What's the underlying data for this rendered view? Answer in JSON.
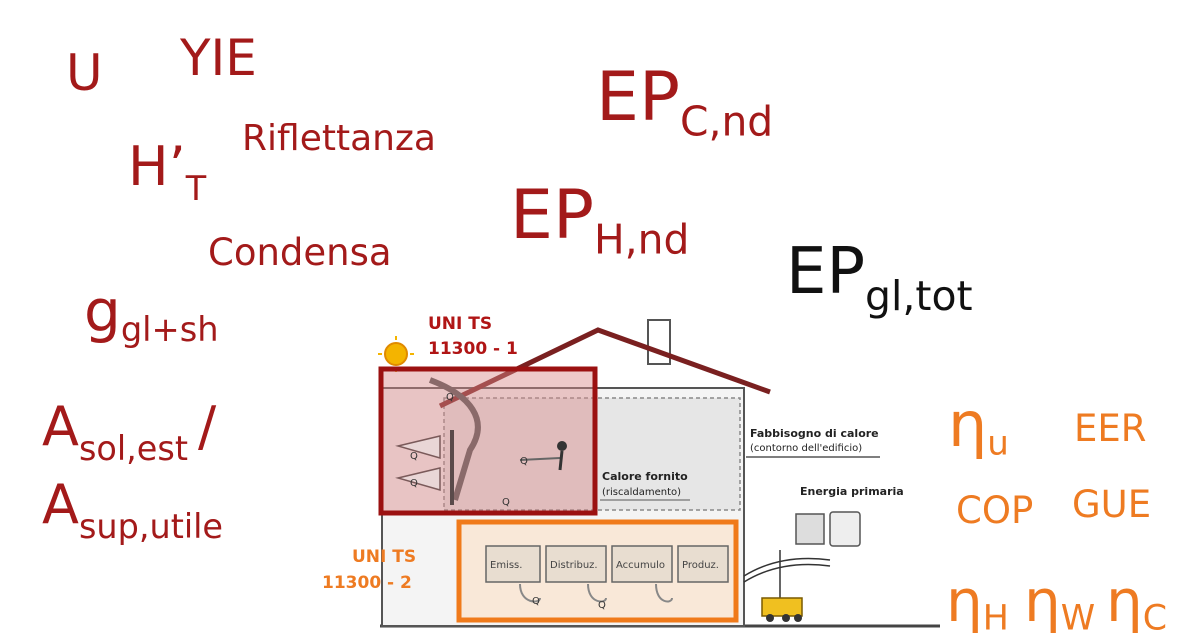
{
  "colors": {
    "red": "#a31a1a",
    "orange": "#ee7b22",
    "black": "#111111"
  },
  "terms": {
    "u": "U",
    "yie": "YIE",
    "riflettanza": "Riflettanza",
    "ht": {
      "base": "H’",
      "sub": "T"
    },
    "condensa": "Condensa",
    "ggl": {
      "base": "g",
      "sub": "gl+sh"
    },
    "asol": {
      "base": "A",
      "sub": "sol,est",
      "sep": "/"
    },
    "asup": {
      "base": "A",
      "sub": "sup,utile"
    },
    "epc": {
      "base": "EP",
      "sub": "C,nd"
    },
    "eph": {
      "base": "EP",
      "sub": "H,nd"
    },
    "epgl": {
      "base": "EP",
      "sub": "gl,tot"
    }
  },
  "efficiency": {
    "eta_u": {
      "base": "η",
      "sub": "u"
    },
    "eer": "EER",
    "cop": "COP",
    "gue": "GUE",
    "eta_h": {
      "base": "η",
      "sub": "H"
    },
    "eta_w": {
      "base": "η",
      "sub": "W"
    },
    "eta_c": {
      "base": "η",
      "sub": "C"
    }
  },
  "diagram": {
    "uni1": {
      "line1": "UNI TS",
      "line2": "11300 - 1"
    },
    "uni2": {
      "line1": "UNI TS",
      "line2": "11300 - 2"
    },
    "fabbisogno": {
      "line1": "Fabbisogno di calore",
      "line2": "(contorno dell'edificio)"
    },
    "calore": {
      "line1": "Calore fornito",
      "line2": "(riscaldamento)"
    },
    "energia": "Energia primaria",
    "boxes": [
      "Emiss.",
      "Distribuz.",
      "Accumulo",
      "Produz."
    ],
    "q_labels": [
      "Q",
      "Q",
      "Q",
      "Q",
      "Q",
      "Q",
      "Q"
    ]
  }
}
